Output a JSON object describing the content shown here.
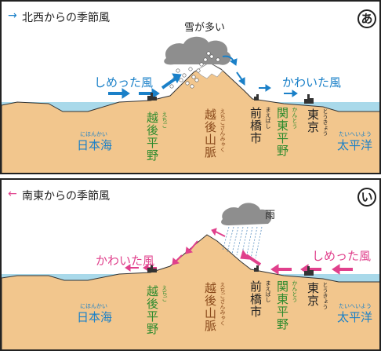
{
  "panel_a": {
    "legend_arrow": "→",
    "legend_text": "北西からの季節風",
    "circle_mark": "あ",
    "cloud_label": "雪が多い",
    "wind_left": "しめった風",
    "wind_right": "かわいた風",
    "colors": {
      "wind": "#1a80c8",
      "land": "#f2c68d",
      "sea": "#a9d9ea",
      "text_green": "#2e8b2e",
      "text_brown": "#8a4a1c"
    }
  },
  "panel_b": {
    "legend_arrow": "←",
    "legend_text": "南東からの季節風",
    "circle_mark": "い",
    "cloud_label": "雨",
    "wind_left": "かわいた風",
    "wind_right": "しめった風",
    "colors": {
      "wind": "#e0408c"
    }
  },
  "places": {
    "nihonkai": {
      "name": "日本海",
      "ruby": "にほんかい"
    },
    "echigo_heiya": {
      "name": "越後平野",
      "ruby": "えちご"
    },
    "echigo_sanmyaku": {
      "name": "越後山脈",
      "ruby": "えちごさんみゃく"
    },
    "maebashi": {
      "name": "前橋市",
      "ruby": "まえばし"
    },
    "kanto_heiya": {
      "name": "関東平野",
      "ruby": "かんとう"
    },
    "tokyo": {
      "name": "東京",
      "ruby": "とうきょう"
    },
    "taiheiyo": {
      "name": "太平洋",
      "ruby": "たいへいよう"
    }
  }
}
